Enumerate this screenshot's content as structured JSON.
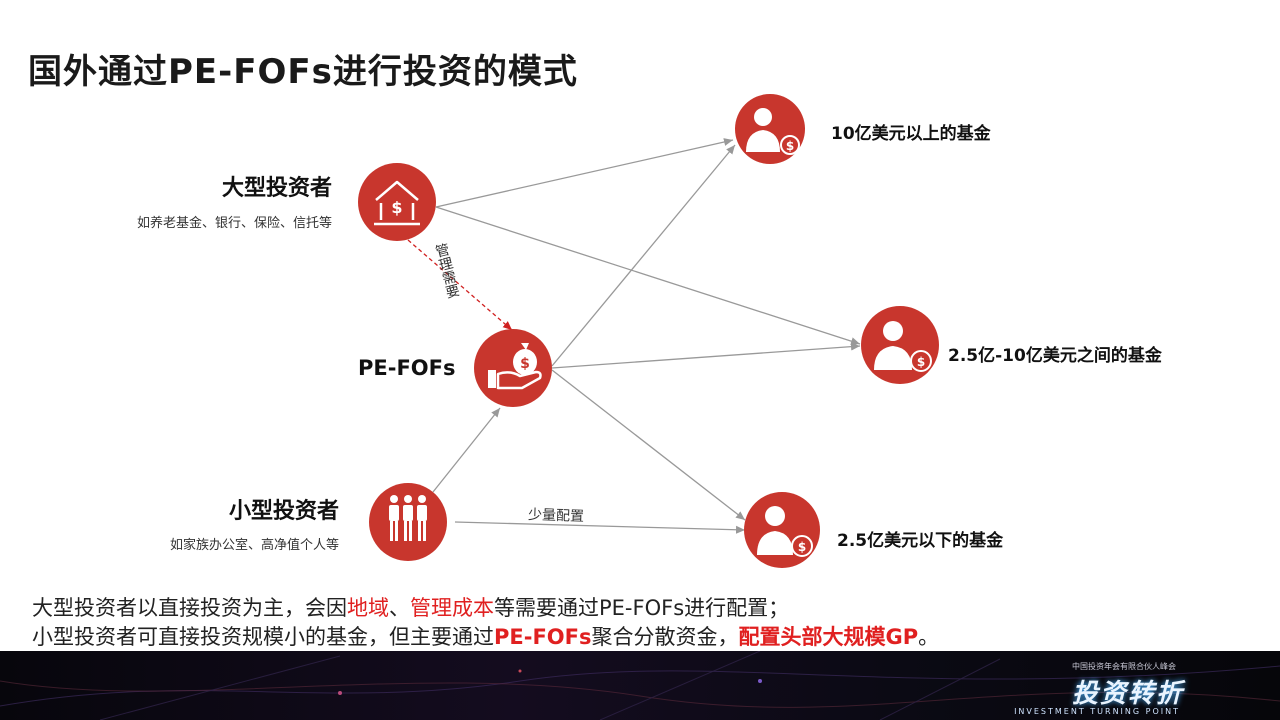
{
  "title": "国外通过PE-FOFs进行投资的模式",
  "nodes": {
    "large_investor": {
      "label": "大型投资者",
      "sub": "如养老基金、银行、保险、信托等",
      "icon": "bank-icon"
    },
    "pe_fofs": {
      "label": "PE-FOFs",
      "icon": "money-bag-hand-icon"
    },
    "small_investor": {
      "label": "小型投资者",
      "sub": "如家族办公室、高净值个人等",
      "icon": "people-group-icon"
    },
    "fund_large": {
      "label": "10亿美元以上的基金",
      "icon": "person-dollar-icon"
    },
    "fund_mid": {
      "label": "2.5亿-10亿美元之间的基金",
      "icon": "person-dollar-icon"
    },
    "fund_small": {
      "label": "2.5亿美元以下的基金",
      "icon": "person-dollar-icon"
    }
  },
  "edges": {
    "management_need": "管理需要",
    "small_allocation": "少量配置"
  },
  "summary": {
    "line1": {
      "part1": "大型投资者以直接投资为主，会因",
      "hl1": "地域",
      "sep": "、",
      "hl2": "管理成本",
      "part2": "等需要通过PE-FOFs进行配置；"
    },
    "line2": {
      "part1": "小型投资者可直接投资规模小的基金，但主要通过",
      "hl1": "PE-FOFs",
      "part2": "聚合分散资金，",
      "hl2": "配置头部大规模GP",
      "part3": "。"
    }
  },
  "footer": {
    "logo": "投资转折",
    "top": "中国投资年会有限合伙人峰会",
    "sub": "INVESTMENT TURNING POINT"
  },
  "colors": {
    "node_red": "#c8362d",
    "arrow_gray": "#999999",
    "dashed_red": "#d02020",
    "highlight": "#e02020"
  }
}
